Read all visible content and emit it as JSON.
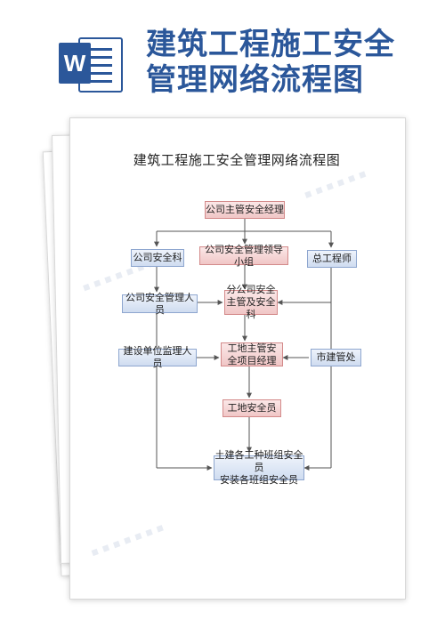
{
  "header": {
    "app_icon": "word-document-icon",
    "app_icon_letter": "W",
    "title_line1": "建筑工程施工安全",
    "title_line2": "管理网络流程图"
  },
  "document": {
    "title": "建筑工程施工安全管理网络流程图",
    "nodes": {
      "company_manager": "公司主管安全经理",
      "safety_dept": "公司安全科",
      "leading_group": "公司安全管理领导小组",
      "chief_engineer": "总工程师",
      "safety_staff": "公司安全管理人员",
      "branch_line1": "分公司安全",
      "branch_line2": "主管及安全科",
      "site_line1": "工地主管安",
      "site_line2": "全项目经理",
      "supervisor": "建设单位监理人员",
      "city_office": "市建管处",
      "site_safety": "工地安全员",
      "teams_line1": "土建各工种班组安全员",
      "teams_line2": "安装各班组安全员"
    }
  },
  "colors": {
    "brand": "#2b579a",
    "red_box": "#f0c6c6",
    "blue_box": "#cfdcf0",
    "line": "#555555"
  }
}
